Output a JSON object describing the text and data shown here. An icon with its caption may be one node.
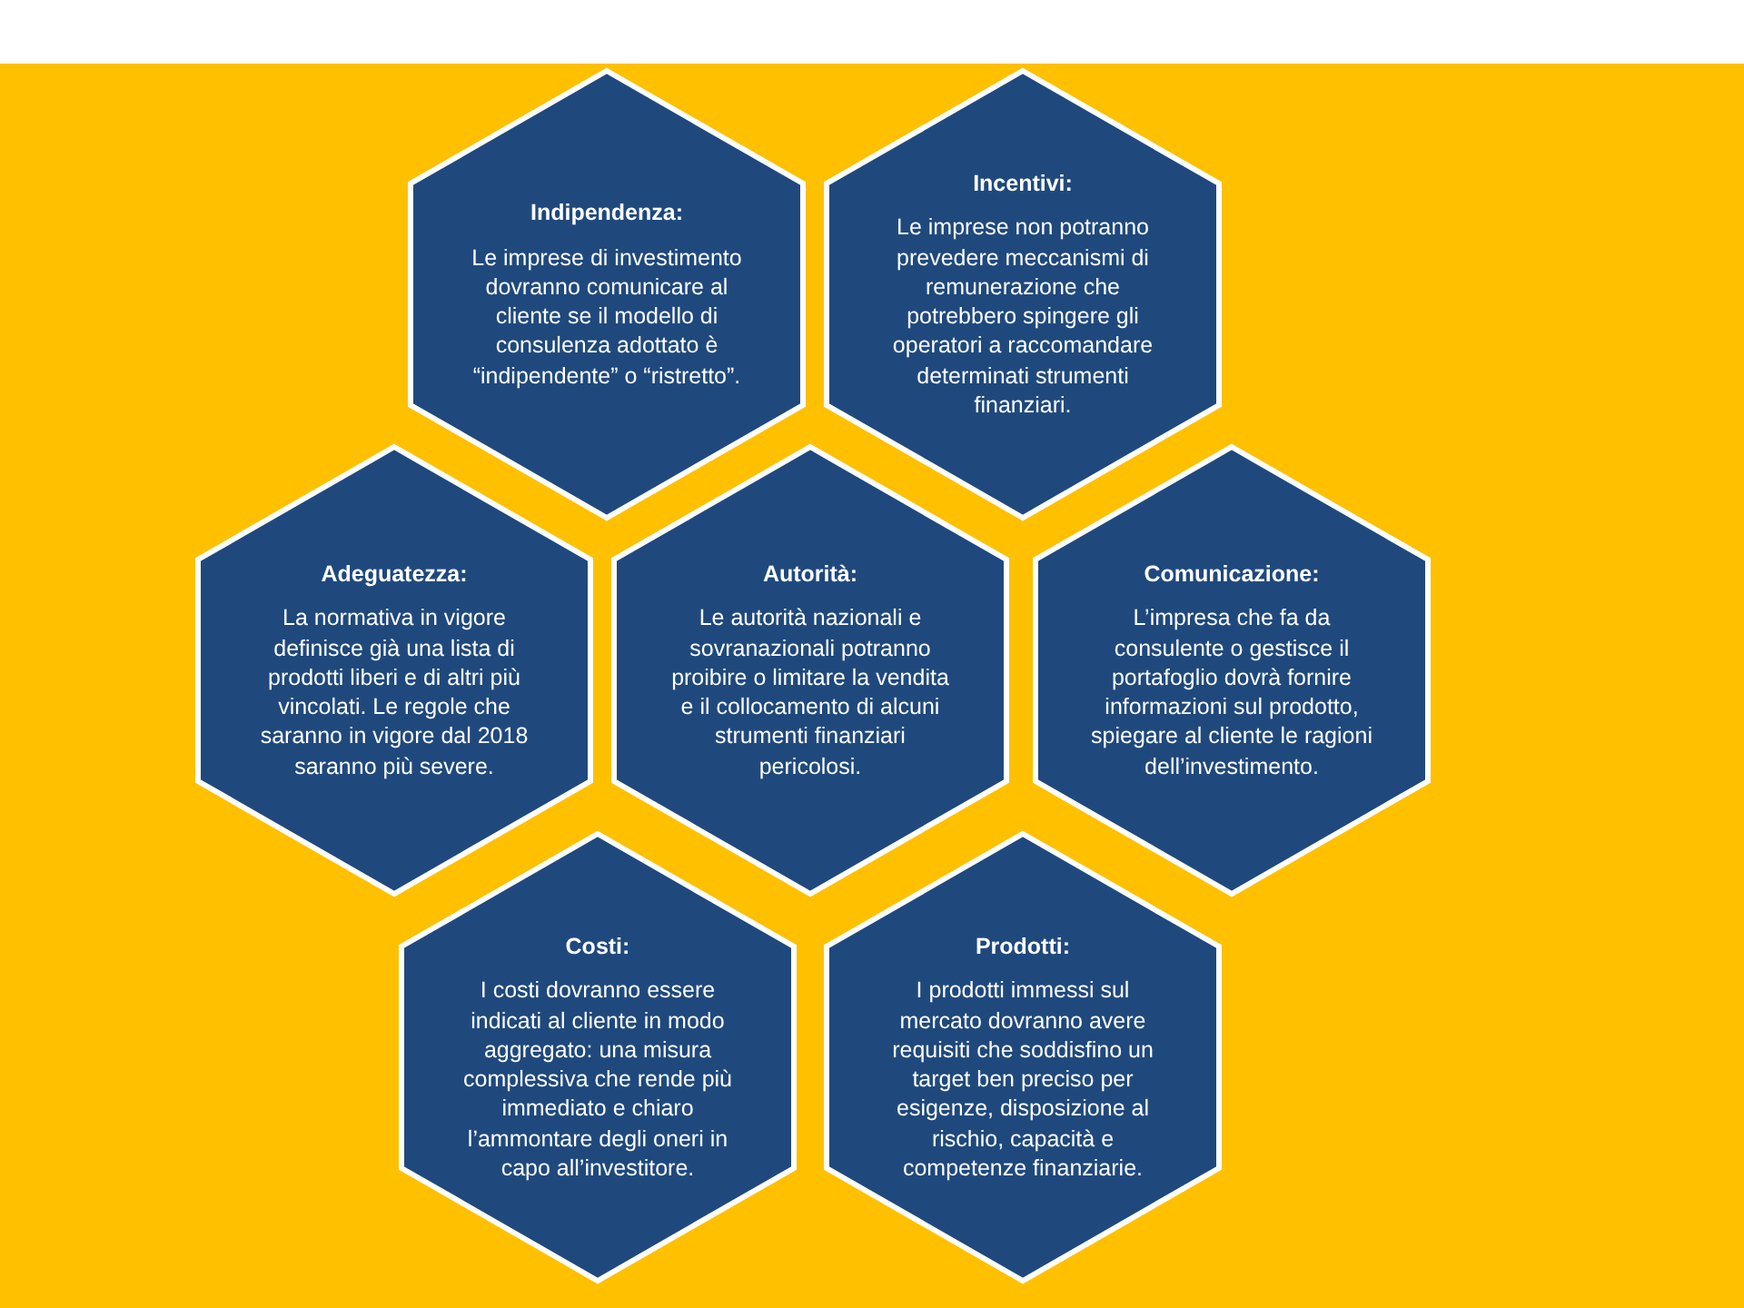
{
  "diagram": {
    "nodes": [
      {
        "text": [
          "Indipendenza:",
          "Le imprese di investimento dovranno comunicare al cliente se il modello di consulenza adottato è “indipendente” o “ristretto”."
        ]
      },
      {
        "text": [
          "Incentivi:",
          "Le imprese non potranno prevedere meccanismi di remunerazione che potrebbero spingere gli operatori a raccomandare determinati strumenti finanziari."
        ]
      },
      {
        "text": [
          "Adeguatezza:",
          "La normativa in vigore definisce già una lista di prodotti liberi e di altri più vincolati. Le regole che saranno in vigore dal 2018 saranno più severe."
        ]
      },
      {
        "text": [
          "Autorità:",
          "Le autorità nazionali e sovranazionali potranno proibire o limitare la vendita e il collocamento di alcuni strumenti finanziari pericolosi."
        ]
      },
      {
        "text": [
          "Comunicazione:",
          "L’impresa che fa da consulente o gestisce il portafoglio dovrà fornire informazioni sul prodotto, spiegare al cliente le ragioni dell’investimento."
        ]
      },
      {
        "text": [
          "Costi:",
          "I costi dovranno essere indicati al cliente in modo aggregato: una misura complessiva che rende più immediato e chiaro l’ammontare degli oneri in capo all’investitore."
        ]
      },
      {
        "text": [
          "Prodotti:",
          "I prodotti immessi sul mercato dovranno avere requisiti che soddisfino un target ben preciso per esigenze, disposizione al rischio, capacità e competenze finanziarie."
        ]
      }
    ]
  }
}
